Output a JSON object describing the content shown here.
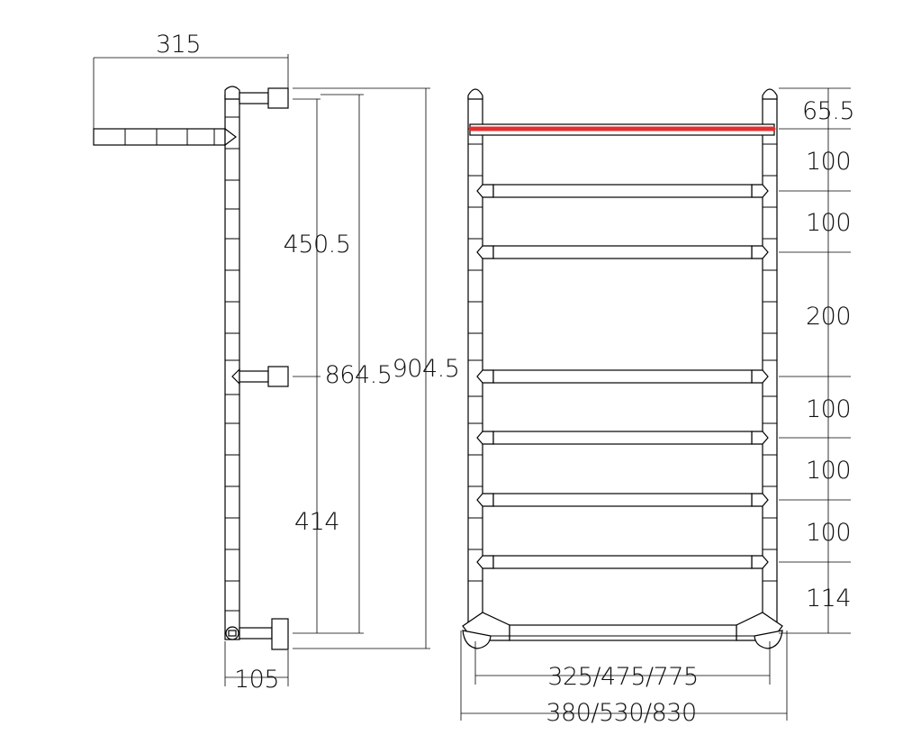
{
  "side_view": {
    "depth_label": "315",
    "upper_span_label": "450.5",
    "lower_span_label": "414",
    "mount_span_label": "864.5",
    "total_height_label": "904.5",
    "wall_offset_label": "105"
  },
  "front_view": {
    "top_gap_label": "65.5",
    "spacing_labels": [
      "100",
      "100",
      "200",
      "100",
      "100",
      "100",
      "114"
    ],
    "inner_width_label": "325/475/775",
    "outer_width_label": "380/530/830",
    "highlight_color": "#e03030"
  }
}
